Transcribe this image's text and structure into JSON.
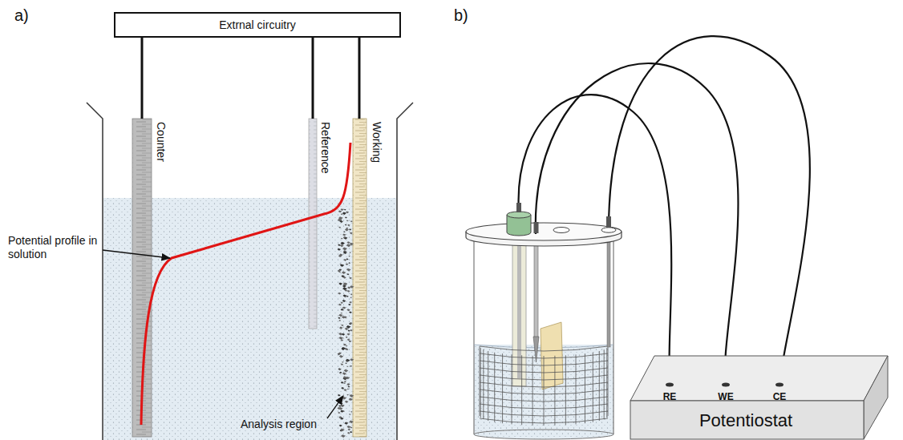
{
  "diagram": {
    "nodes": [
      {
        "text": [
          "Extrnal circuitry"
        ]
      },
      {
        "text": [
          "Counter"
        ]
      },
      {
        "text": [
          "Reference"
        ]
      },
      {
        "text": [
          "Working"
        ]
      },
      {
        "text": [
          "RE",
          "WE",
          "CE",
          "Potentiostat"
        ]
      }
    ],
    "edges": [
      {
        "from": 0,
        "to": 1,
        "arrow": "none"
      },
      {
        "from": 0,
        "to": 2,
        "arrow": "none"
      },
      {
        "from": 0,
        "to": 3,
        "arrow": "none"
      }
    ],
    "labels": [
      "a)",
      "b)",
      "Potential profile in solution",
      "Analysis region"
    ]
  }
}
